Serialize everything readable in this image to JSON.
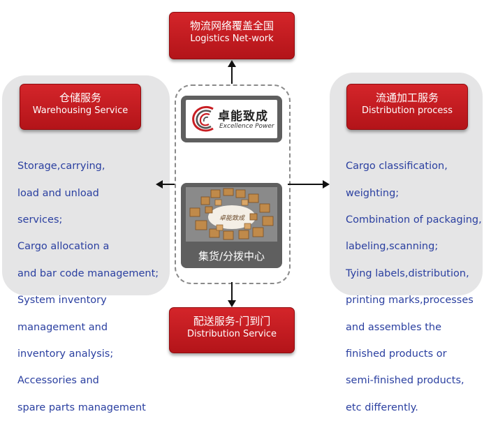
{
  "top_box": {
    "cn": "物流网络覆盖全国",
    "en": "Logistics Net-work"
  },
  "bottom_box": {
    "cn": "配送服务-门到门",
    "en": "Distribution Service"
  },
  "left_panel": {
    "title_cn": "仓储服务",
    "title_en": "Warehousing Service",
    "lines": [
      "Storage,carrying,",
      "load and unload",
      "services;",
      "Cargo allocation a",
      "and bar code management;",
      "System inventory",
      "management and",
      "inventory analysis;",
      "Accessories and",
      "spare parts management"
    ]
  },
  "right_panel": {
    "title_cn": "流通加工服务",
    "title_en": "Distribution process",
    "lines": [
      "Cargo classification,",
      "weighting;",
      "Combination of packaging,",
      "labeling,scanning;",
      "Tying labels,distribution,",
      "printing marks,processes",
      "and assembles the",
      "finished products or",
      "semi-finished products,",
      "etc differently."
    ]
  },
  "logo": {
    "cn": "卓能致成",
    "en": "Excellence Power"
  },
  "center_image": {
    "caption": "集货/分拨中心",
    "sign": "卓能致成"
  },
  "colors": {
    "red": "#c81e23",
    "blue_text": "#2a3fa0",
    "panel_gray": "#e5e5e6",
    "dark_gray": "#5f5f5f"
  }
}
